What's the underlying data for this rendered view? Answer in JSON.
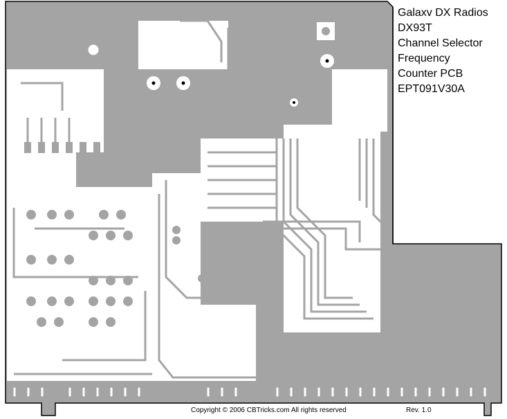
{
  "title_block": {
    "lines": [
      "Galaxv DX Radios",
      "DX93T",
      "Channel Selector",
      "Frequency",
      "Counter PCB",
      "EPT091V30A"
    ]
  },
  "footer": {
    "copyright": "Copyright © 2006 CBTricks.com   All rights reserved",
    "revision": "Rev. 1.0"
  },
  "colors": {
    "copper": "#a4a4a4",
    "board": "#ffffff",
    "outline": "#000000"
  }
}
